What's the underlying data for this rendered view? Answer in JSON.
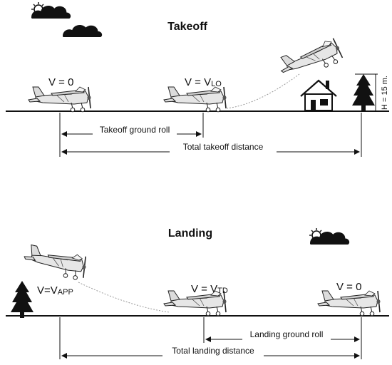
{
  "takeoff": {
    "title": "Takeoff",
    "v_start": "V = 0",
    "v_lo_prefix": "V = V",
    "v_lo_sub": "LO",
    "ground_roll_label": "Takeoff ground roll",
    "total_label": "Total takeoff distance",
    "height_label": "H = 15 m."
  },
  "landing": {
    "title": "Landing",
    "v_app_prefix": "V=V",
    "v_app_sub": "APP",
    "v_td_prefix": "V = V",
    "v_td_sub": "TD",
    "v_end": "V = 0",
    "ground_roll_label": "Landing ground roll",
    "total_label": "Total landing distance"
  },
  "colors": {
    "ink": "#111111",
    "path": "#9a9a9a",
    "plane_fill": "#e6e6e6"
  }
}
